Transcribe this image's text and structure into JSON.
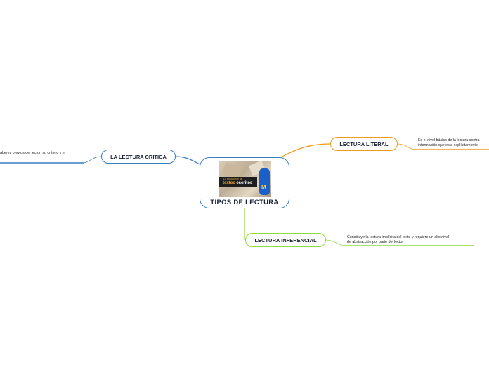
{
  "central": {
    "title": "TIPOS  DE LECTURA",
    "image": {
      "banner_small": "La producción de",
      "banner_word1": "textos",
      "banner_word2": "escritos",
      "robot_letter": "M"
    }
  },
  "topics": {
    "literal": {
      "label": "LECTURA LITERAL",
      "color": "#f09a1a",
      "note_line1": "Es el nivel básico de la lectura centra",
      "note_line2": "información que esta explícitamente"
    },
    "critica": {
      "label": "LA LECTURA CRITICA",
      "color": "#3a7fc4",
      "note_line1": "aberes previos del lector, su criterio y el"
    },
    "inferencial": {
      "label": "LECTURA INFERENCIAL",
      "color": "#8fdc3e",
      "note_line1": "Constituye la lectura implícita del texto y requiere un alto nivel",
      "note_line2": "de abstracción por parte del lector"
    }
  }
}
